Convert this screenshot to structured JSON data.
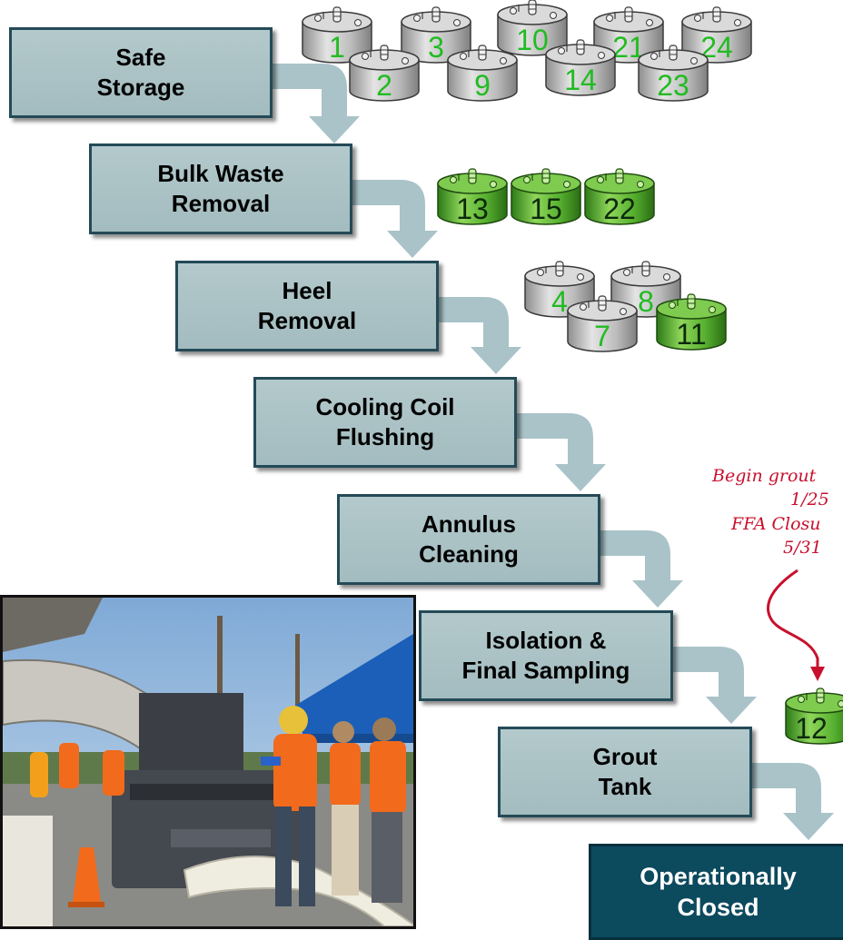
{
  "stages": [
    {
      "label": "Safe\nStorage",
      "tanks": [
        "1",
        "3",
        "10",
        "21",
        "24",
        "2",
        "9",
        "14",
        "23"
      ]
    },
    {
      "label": "Bulk Waste\nRemoval",
      "tanks": [
        "13",
        "15",
        "22"
      ]
    },
    {
      "label": "Heel\nRemoval",
      "tanks": [
        "4",
        "8",
        "7",
        "11"
      ]
    },
    {
      "label": "Cooling Coil\nFlushing",
      "tanks": []
    },
    {
      "label": "Annulus\nCleaning",
      "tanks": []
    },
    {
      "label": "Isolation &\nFinal Sampling",
      "tanks": [
        "12"
      ]
    },
    {
      "label": "Grout\nTank",
      "tanks": []
    }
  ],
  "final_stage": {
    "label": "Operationally\nClosed"
  },
  "annotation": {
    "line1": "Begin grout",
    "line2": "1/25",
    "line3": "FFA Closu",
    "line4": "5/31"
  },
  "colors": {
    "box_fill": "#a9c1c4",
    "box_border": "#244a57",
    "arrow": "#a9c3c9",
    "final_fill": "#0c4a5e",
    "tank_grey": "#b8b8b8",
    "tank_green": "#4aa82a",
    "annotation": "#c8102e"
  },
  "photo": {
    "icon": "grout-pump-crew-photo"
  }
}
